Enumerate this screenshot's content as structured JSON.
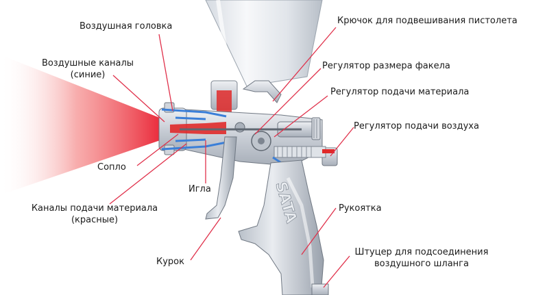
{
  "labels": {
    "air_head": "Воздушная головка",
    "air_channels": "Воздушные каналы",
    "air_channels_note": "(синие)",
    "nozzle": "Сопло",
    "needle": "Игла",
    "material_channels": "Каналы подачи материала",
    "material_channels_note": "(красные)",
    "trigger": "Курок",
    "hook": "Крючок для подвешивания пистолета",
    "fan_regulator": "Регулятор размера факела",
    "material_regulator": "Регулятор подачи материала",
    "air_regulator": "Регулятор подачи воздуха",
    "handle": "Рукоятка",
    "fitting_line1": "Штуцер для подсоединения",
    "fitting_line2": "воздушного шланга"
  },
  "handle_brand": "SATA",
  "colors": {
    "leader_line": "#e0304a",
    "spray": "#e8192c",
    "air_channel": "#3b7fd8",
    "material_channel": "#e02a2a",
    "body_metal": "#c9ced6"
  }
}
